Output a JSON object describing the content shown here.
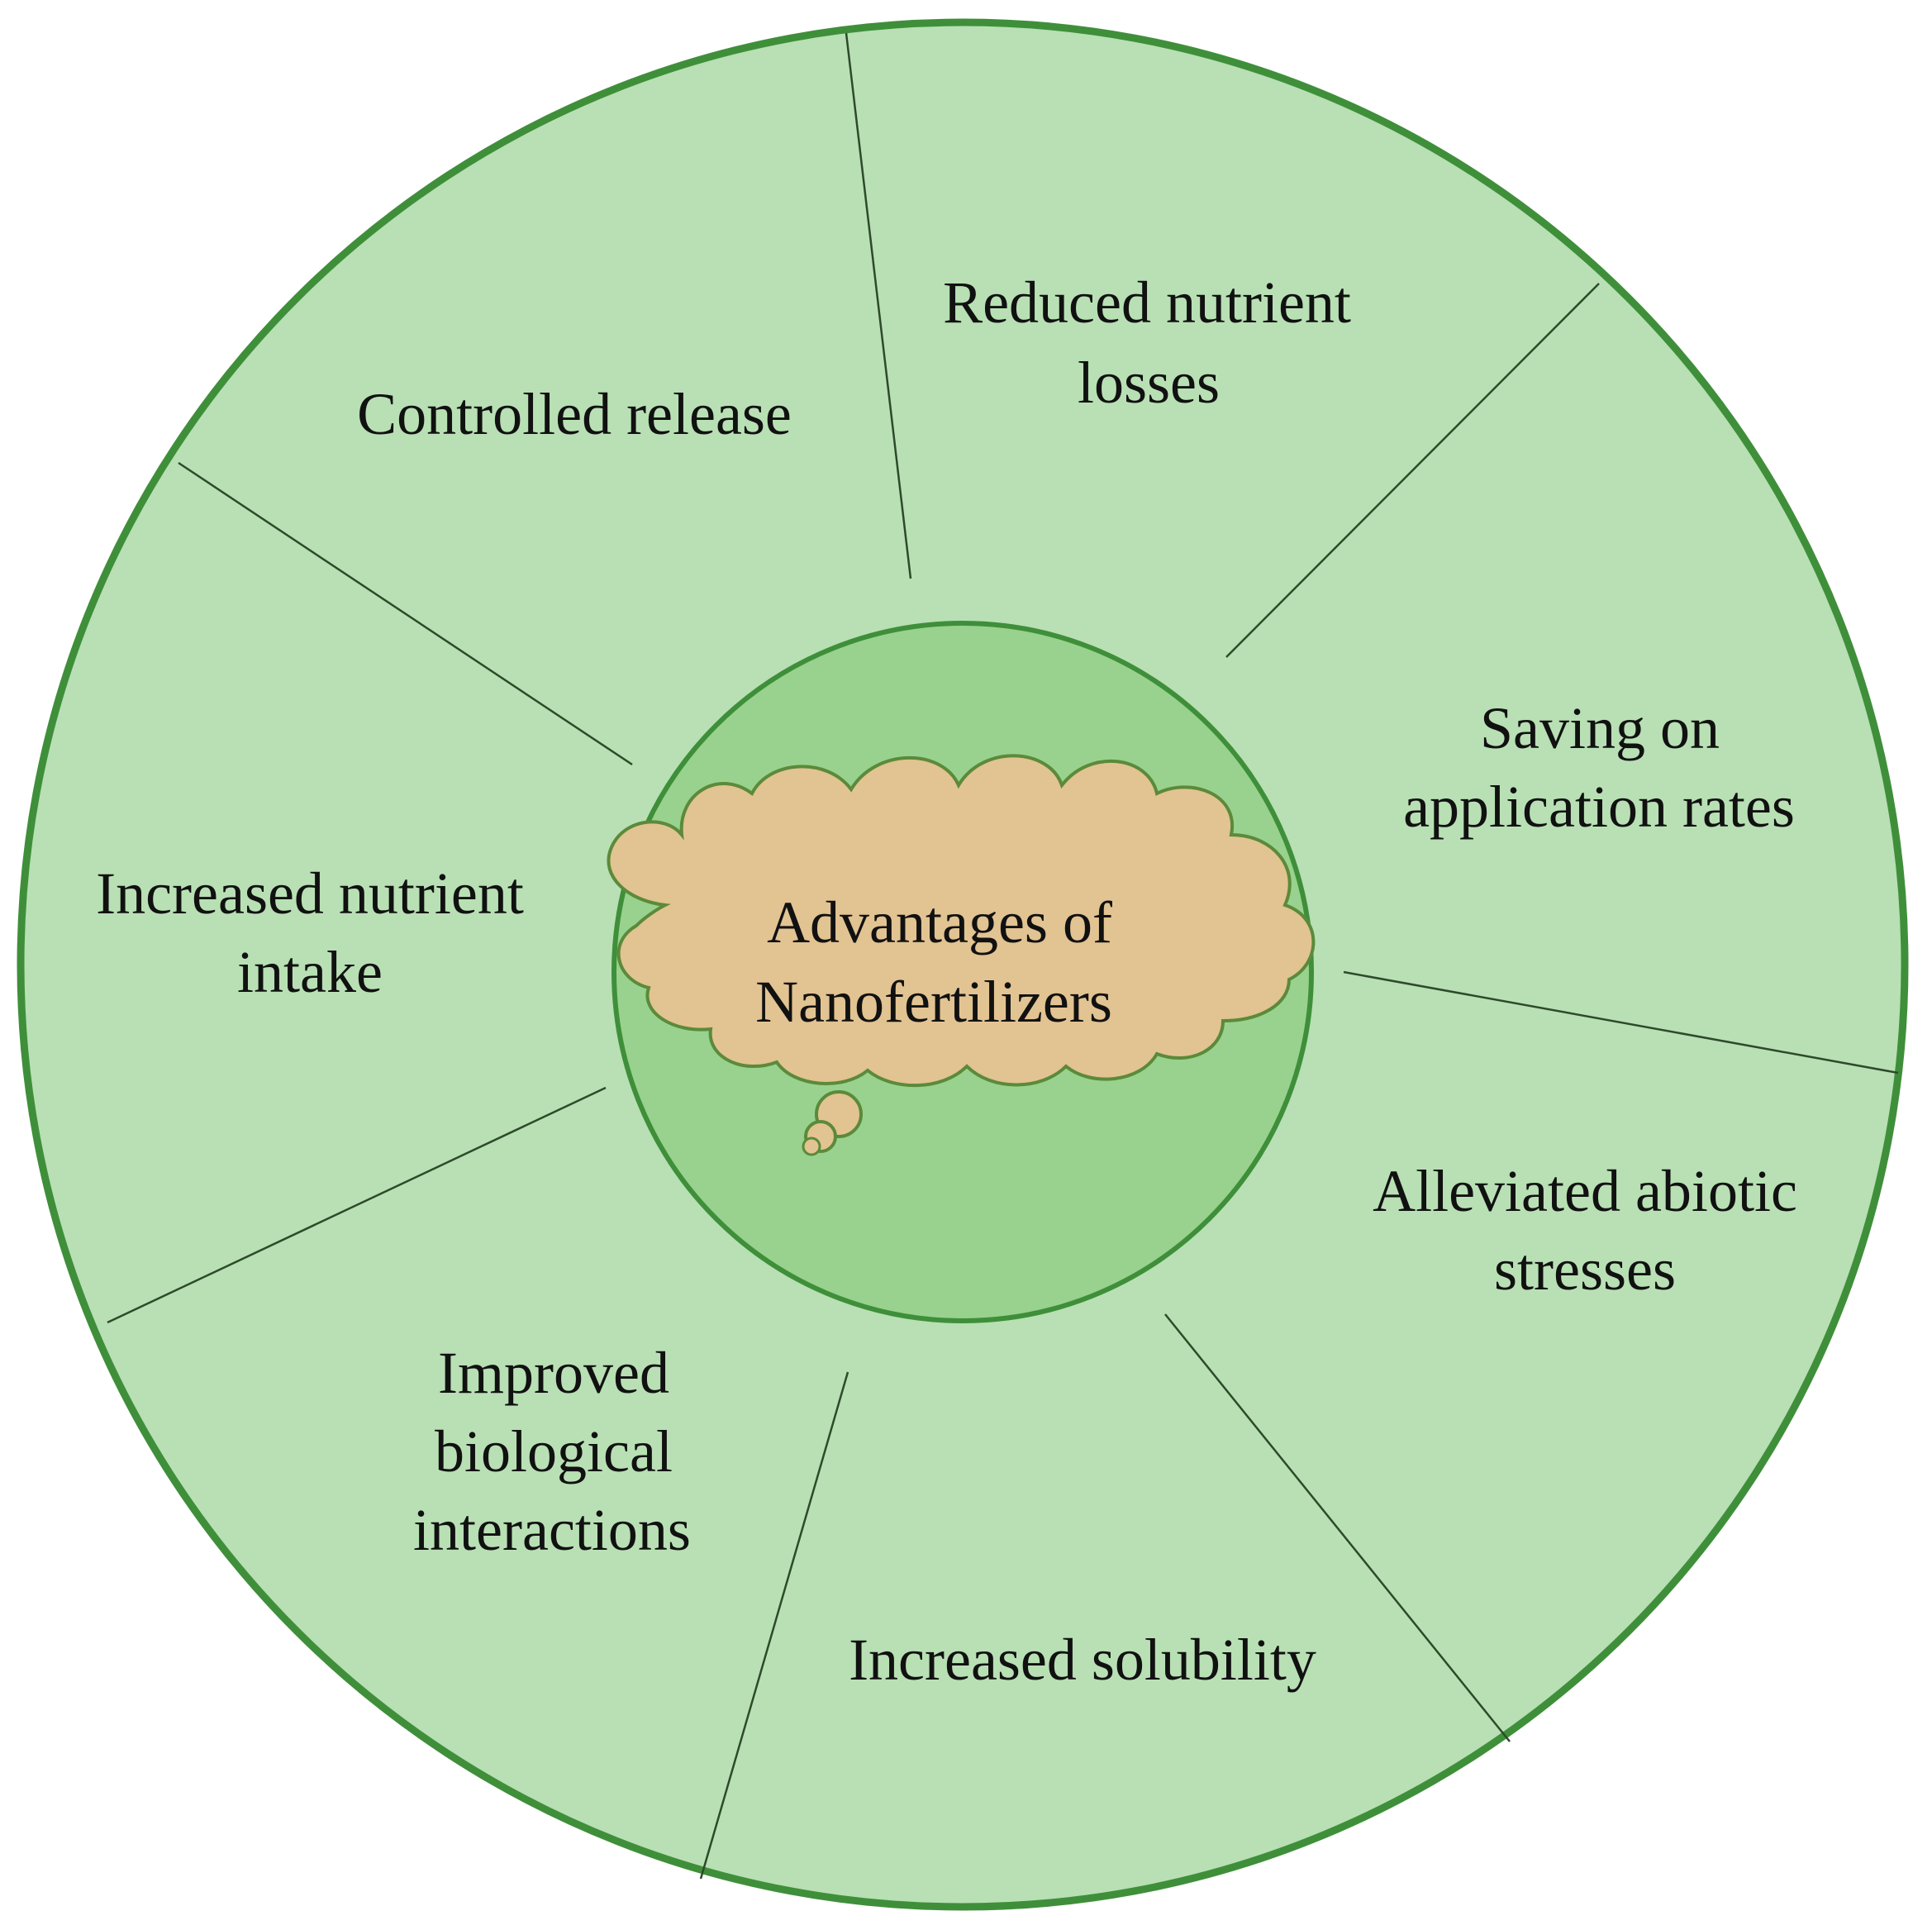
{
  "center": {
    "line1": "Advantages of",
    "line2": "Nanofertilizers"
  },
  "segments": {
    "controlled_release": {
      "line1": "Controlled release"
    },
    "reduced_losses": {
      "line1": "Reduced nutrient",
      "line2": "losses"
    },
    "saving_rates": {
      "line1": "Saving  on",
      "line2": "application rates"
    },
    "abiotic_stress": {
      "line1": "Alleviated abiotic",
      "line2": "stresses"
    },
    "solubility": {
      "line1": "Increased solubility"
    },
    "biological": {
      "line1": "Improved",
      "line2": "biological",
      "line3": "interactions"
    },
    "nutrient_intake": {
      "line1": "Increased nutrient",
      "line2": "intake"
    }
  },
  "colors": {
    "outer_fill": "#b8e0b4",
    "outer_stroke": "#3f8f3a",
    "inner_fill": "#98d28e",
    "cloud_fill": "#e2c392",
    "cloud_stroke": "#5b8a3a",
    "divider": "#2d4a2a"
  }
}
